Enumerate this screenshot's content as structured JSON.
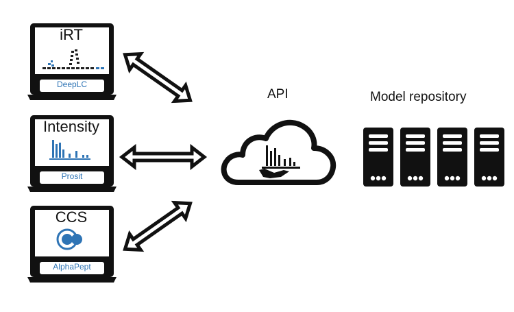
{
  "clients": [
    {
      "title": "iRT",
      "tool": "DeepLC",
      "icon": "retention-time-peaks-icon"
    },
    {
      "title": "Intensity",
      "tool": "Prosit",
      "icon": "spectrum-bars-icon"
    },
    {
      "title": "CCS",
      "tool": "AlphaPept",
      "icon": "alphapept-logo-icon"
    }
  ],
  "api": {
    "label": "API",
    "icon": "cloud-serving-icon"
  },
  "repository": {
    "label": "Model repository",
    "server_count": 4,
    "icon": "server-icon"
  },
  "colors": {
    "accent": "#2e74b5",
    "dark": "#111111",
    "tool_label_bg": "#ffffff"
  }
}
